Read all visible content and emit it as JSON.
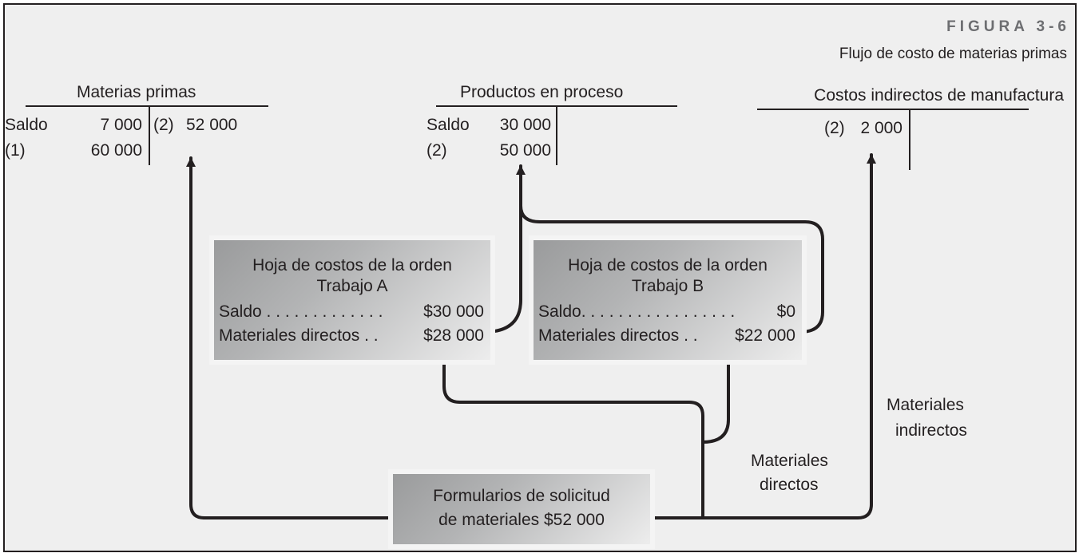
{
  "figure": {
    "number": "FIGURA 3-6",
    "caption": "Flujo de costo de materias primas"
  },
  "t_accounts": {
    "raw_materials": {
      "title": "Materias primas",
      "debit_rows": [
        {
          "label": "Saldo",
          "value": "7 000"
        },
        {
          "label": "(1)",
          "value": "60 000"
        }
      ],
      "credit_rows": [
        {
          "label": "(2)",
          "value": "52 000"
        }
      ]
    },
    "work_in_process": {
      "title": "Productos en proceso",
      "debit_rows": [
        {
          "label": "Saldo",
          "value": "30 000"
        },
        {
          "label": "(2)",
          "value": "50 000"
        }
      ]
    },
    "overhead": {
      "title": "Costos indirectos de manufactura",
      "debit_rows": [
        {
          "label": "(2)",
          "value": "2 000"
        }
      ]
    }
  },
  "job_cost_sheets": [
    {
      "title": "Hoja de costos de la orden",
      "job": "Trabajo A",
      "lines": [
        {
          "label": "Saldo . . . . . . . . . . . . .",
          "value": "$30 000"
        },
        {
          "label": "Materiales directos . .",
          "value": "$28 000"
        }
      ]
    },
    {
      "title": "Hoja de costos de la orden",
      "job": "Trabajo B",
      "lines": [
        {
          "label": "Saldo. . . . . . . . . . . . . . . . .",
          "value": "$0"
        },
        {
          "label": "Materiales directos . .",
          "value": "$22 000"
        }
      ]
    }
  ],
  "requisitions": {
    "line1": "Formularios de solicitud",
    "line2": "de materiales $52 000"
  },
  "flow_labels": {
    "direct_line1": "Materiales",
    "direct_line2": "directos",
    "indirect_line1": "Materiales",
    "indirect_line2": "indirectos"
  },
  "colors": {
    "ink": "#231f20",
    "background": "#efefef",
    "figure_number": "#6d6e71"
  }
}
